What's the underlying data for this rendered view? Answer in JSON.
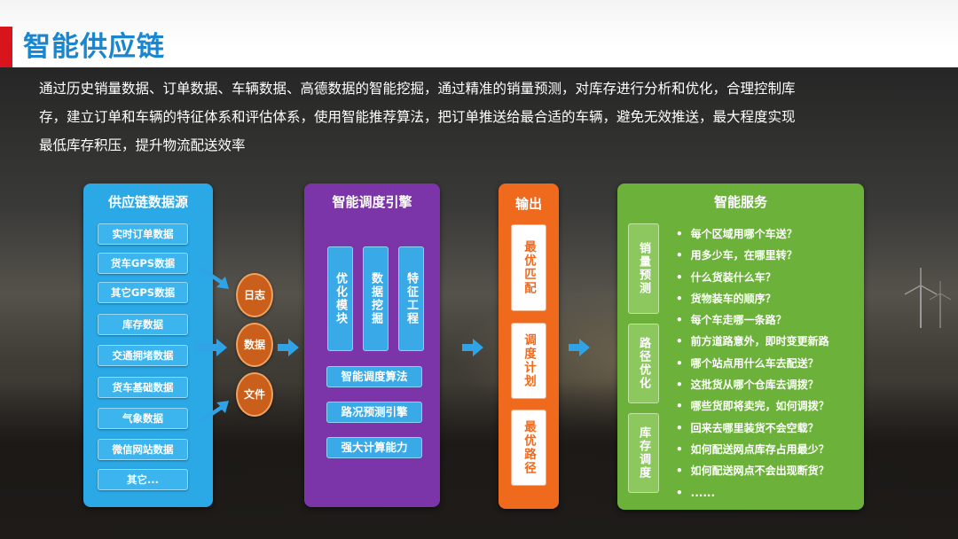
{
  "title": "智能供应链",
  "description": [
    "通过历史销量数据、订单数据、车辆数据、高德数据的智能挖掘，通过精准的销量预测，对库存进行分析和优化，合理控制库",
    "存，建立订单和车辆的特征体系和评估体系，使用智能推荐算法，把订单推送给最合适的车辆，避免无效推送，最大程度实现",
    "最低库存积压，提升物流配送效率"
  ],
  "data_sources": {
    "title": "供应链数据源",
    "items": [
      "实时订单数据",
      "货车GPS数据",
      "其它GPS数据",
      "库存数据",
      "交通拥堵数据",
      "货车基础数据",
      "气象数据",
      "微信网站数据",
      "其它..."
    ]
  },
  "connectors": [
    "日志",
    "数据",
    "文件"
  ],
  "engine": {
    "title": "智能调度引擎",
    "modules": [
      "优化模块",
      "数据挖掘",
      "特征工程"
    ],
    "capabilities": [
      "智能调度算法",
      "路况预测引擎",
      "强大计算能力"
    ]
  },
  "output": {
    "title": "输出",
    "items": [
      "最优匹配",
      "调度计划",
      "最优路径"
    ]
  },
  "services": {
    "title": "智能服务",
    "categories": [
      "销量预测",
      "路径优化",
      "库存调度"
    ],
    "items": [
      "每个区域用哪个车送？",
      "用多少车，在哪里转？",
      "什么货装什么车？",
      "货物装车的顺序？",
      "每个车走哪一条路？",
      "前方道路意外，即时变更新路",
      "哪个站点用什么车去配送？",
      "这批货从哪个仓库去调拨？",
      "哪些货即将卖完，如何调拨？",
      "回来去哪里装货不会空载？",
      "如何配送网点库存占用最少？",
      "如何配送网点不会出现断货？",
      "......"
    ]
  },
  "colors": {
    "title": "#1a86cf",
    "accent": "#d9141d",
    "data_panel": "#2aa9e6",
    "engine_panel": "#7b35a8",
    "output_panel": "#f06a1e",
    "service_panel": "#6cb23a",
    "arrow": "#2fa3e6"
  }
}
